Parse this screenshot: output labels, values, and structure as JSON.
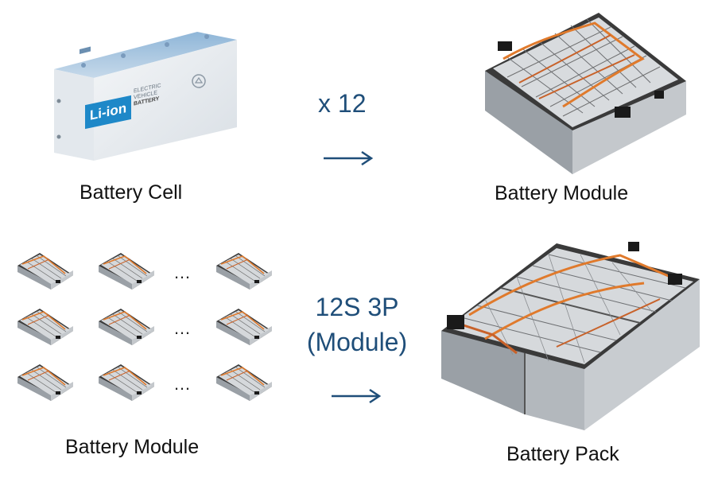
{
  "labels": {
    "cell": "Battery Cell",
    "module_top": "Battery Module",
    "module_bottom": "Battery Module",
    "pack": "Battery Pack"
  },
  "operators": {
    "multiply": "x 12",
    "config_line1": "12S 3P",
    "config_line2": "(Module)"
  },
  "cell_branding": {
    "logo": "Li-ion",
    "lines": [
      "ELECTRIC",
      "VEHICLE",
      "BATTERY"
    ]
  },
  "ellipsis": "…",
  "colors": {
    "accent": "#1f4e79",
    "wire": "#e07a2c",
    "cell_blue": "#1e88c8"
  }
}
